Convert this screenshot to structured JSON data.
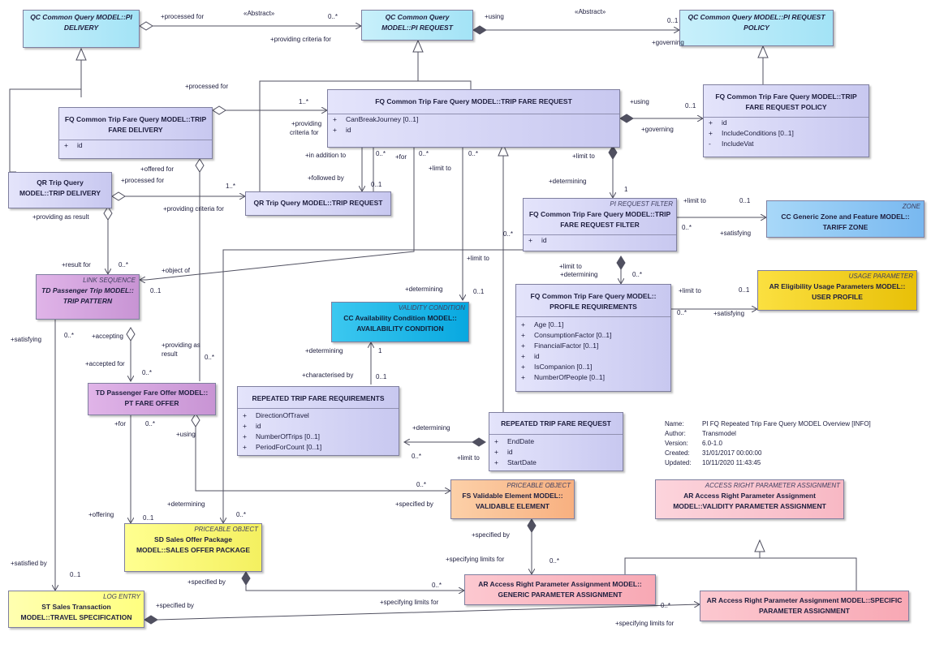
{
  "boxes": {
    "qc_delivery": {
      "title": "QC Common Query MODEL::PI DELIVERY"
    },
    "qc_request": {
      "title": "QC Common Query MODEL::PI REQUEST"
    },
    "qc_policy": {
      "title": "QC Common Query MODEL::PI REQUEST POLICY"
    },
    "fq_delivery": {
      "title": "FQ Common Trip Fare Query MODEL::TRIP FARE DELIVERY",
      "attrs": [
        {
          "vis": "+",
          "name": "id"
        }
      ]
    },
    "fq_request": {
      "title": "FQ Common Trip Fare Query MODEL::TRIP FARE REQUEST",
      "attrs": [
        {
          "vis": "+",
          "name": "CanBreakJourney [0..1]"
        },
        {
          "vis": "+",
          "name": "id"
        }
      ]
    },
    "fq_policy": {
      "title": "FQ Common Trip Fare Query MODEL::TRIP FARE REQUEST POLICY",
      "attrs": [
        {
          "vis": "+",
          "name": "id"
        },
        {
          "vis": "+",
          "name": "IncludeConditions [0..1]"
        },
        {
          "vis": "-",
          "name": "IncludeVat"
        }
      ]
    },
    "qr_delivery": {
      "title": "QR Trip Query MODEL::TRIP DELIVERY"
    },
    "qr_request": {
      "title": "QR Trip Query MODEL::TRIP REQUEST"
    },
    "fq_filter": {
      "stereotype": "PI REQUEST FILTER",
      "title": "FQ Common Trip Fare Query MODEL::TRIP FARE REQUEST FILTER",
      "attrs": [
        {
          "vis": "+",
          "name": "id"
        }
      ]
    },
    "zone": {
      "stereotype": "ZONE",
      "title": "CC Generic Zone and Feature MODEL:: TARIFF ZONE"
    },
    "trip_pattern": {
      "stereotype": "LINK SEQUENCE",
      "title": "TD Passenger Trip MODEL:: TRIP PATTERN"
    },
    "availability": {
      "stereotype": "VALIDITY CONDITION",
      "title": "CC Availability Condition MODEL:: AVAILABILITY CONDITION"
    },
    "profile": {
      "title": "FQ Common Trip Fare Query MODEL:: PROFILE REQUIREMENTS",
      "attrs": [
        {
          "vis": "+",
          "name": "Age [0..1]"
        },
        {
          "vis": "+",
          "name": "ConsumptionFactor [0..1]"
        },
        {
          "vis": "+",
          "name": "FinancialFactor [0..1]"
        },
        {
          "vis": "+",
          "name": "id"
        },
        {
          "vis": "+",
          "name": "IsCompanion [0..1]"
        },
        {
          "vis": "+",
          "name": "NumberOfPeople [0..1]"
        }
      ]
    },
    "user_profile": {
      "stereotype": "USAGE PARAMETER",
      "title": "AR Eligibility Usage Parameters MODEL:: USER PROFILE"
    },
    "fare_offer": {
      "title": "TD Passenger Fare Offer MODEL:: PT FARE OFFER"
    },
    "rep_req": {
      "title": "REPEATED TRIP FARE REQUIREMENTS",
      "attrs": [
        {
          "vis": "+",
          "name": "DirectionOfTravel"
        },
        {
          "vis": "+",
          "name": "id"
        },
        {
          "vis": "+",
          "name": "NumberOfTrips [0..1]"
        },
        {
          "vis": "+",
          "name": "PeriodForCount [0..1]"
        }
      ]
    },
    "rep_request": {
      "title": "REPEATED TRIP FARE REQUEST",
      "attrs": [
        {
          "vis": "+",
          "name": "EndDate"
        },
        {
          "vis": "+",
          "name": "id"
        },
        {
          "vis": "+",
          "name": "StartDate"
        }
      ]
    },
    "validable": {
      "stereotype": "PRICEABLE OBJECT",
      "title": "FS Validable Element MODEL:: VALIDABLE ELEMENT"
    },
    "sales_offer": {
      "stereotype": "PRICEABLE OBJECT",
      "title": "SD Sales Offer Package MODEL::SALES OFFER PACKAGE"
    },
    "validity_param": {
      "stereotype": "ACCESS RIGHT PARAMETER ASSIGNMENT",
      "title": "AR Access Right Parameter Assignment MODEL::VALIDITY PARAMETER ASSIGNMENT"
    },
    "generic_param": {
      "title": "AR Access Right Parameter Assignment MODEL:: GENERIC PARAMETER ASSIGNMENT"
    },
    "specific_param": {
      "title": "AR Access Right Parameter Assignment MODEL::SPECIFIC PARAMETER ASSIGNMENT"
    },
    "travel_spec": {
      "stereotype": "LOG ENTRY",
      "title": "ST Sales Transaction MODEL::TRAVEL SPECIFICATION"
    }
  },
  "labels": [
    {
      "id": "l1",
      "text": "+processed for"
    },
    {
      "id": "l2",
      "text": "«Abstract»"
    },
    {
      "id": "l3",
      "text": "0..*"
    },
    {
      "id": "l4",
      "text": "+providing criteria for"
    },
    {
      "id": "l5",
      "text": "+using"
    },
    {
      "id": "l6",
      "text": "«Abstract»"
    },
    {
      "id": "l7",
      "text": "0..1"
    },
    {
      "id": "l8",
      "text": "+governing"
    },
    {
      "id": "l9",
      "text": "+processed for"
    },
    {
      "id": "l10",
      "text": "1..*"
    },
    {
      "id": "l11",
      "text": "+providing"
    },
    {
      "id": "l12",
      "text": "criteria for"
    },
    {
      "id": "l13",
      "text": "+using"
    },
    {
      "id": "l14",
      "text": "0..1"
    },
    {
      "id": "l15",
      "text": "+governing"
    },
    {
      "id": "l16",
      "text": "+in addition to"
    },
    {
      "id": "l17",
      "text": "0..*"
    },
    {
      "id": "l18",
      "text": "+for"
    },
    {
      "id": "l19",
      "text": "0..*"
    },
    {
      "id": "l20",
      "text": "0..*"
    },
    {
      "id": "l21",
      "text": "+limit to"
    },
    {
      "id": "l22",
      "text": "+limit to"
    },
    {
      "id": "l23",
      "text": "+followed by"
    },
    {
      "id": "l24",
      "text": "0..1"
    },
    {
      "id": "l25",
      "text": "+offered for"
    },
    {
      "id": "l26",
      "text": "+processed for"
    },
    {
      "id": "l27",
      "text": "1..*"
    },
    {
      "id": "l28",
      "text": "+providing criteria for"
    },
    {
      "id": "l29",
      "text": "+providing as result"
    },
    {
      "id": "l30",
      "text": "+determining"
    },
    {
      "id": "l31",
      "text": "1"
    },
    {
      "id": "l32",
      "text": "+limit to"
    },
    {
      "id": "l33",
      "text": "0..1"
    },
    {
      "id": "l34",
      "text": "0..*"
    },
    {
      "id": "l35",
      "text": "+satisfying"
    },
    {
      "id": "l36",
      "text": "+result for"
    },
    {
      "id": "l37",
      "text": "0..*"
    },
    {
      "id": "l38",
      "text": "+object of"
    },
    {
      "id": "l39",
      "text": "0..*"
    },
    {
      "id": "l40",
      "text": "+limit to"
    },
    {
      "id": "l41",
      "text": "+limit to"
    },
    {
      "id": "l42",
      "text": "+determining"
    },
    {
      "id": "l43",
      "text": "0..*"
    },
    {
      "id": "l44",
      "text": "0..1"
    },
    {
      "id": "l45",
      "text": "+determining"
    },
    {
      "id": "l46",
      "text": "0..1"
    },
    {
      "id": "l47",
      "text": "+limit to"
    },
    {
      "id": "l48",
      "text": "0..1"
    },
    {
      "id": "l49",
      "text": "0..*"
    },
    {
      "id": "l50",
      "text": "+satisfying"
    },
    {
      "id": "l51",
      "text": "+satisfying"
    },
    {
      "id": "l52",
      "text": "0..*"
    },
    {
      "id": "l53",
      "text": "+accepting"
    },
    {
      "id": "l54",
      "text": "+providing as"
    },
    {
      "id": "l55",
      "text": "result"
    },
    {
      "id": "l56",
      "text": "0..*"
    },
    {
      "id": "l57",
      "text": "+determining"
    },
    {
      "id": "l58",
      "text": "1"
    },
    {
      "id": "l59",
      "text": "+accepted for"
    },
    {
      "id": "l60",
      "text": "0..*"
    },
    {
      "id": "l61",
      "text": "+characterised by"
    },
    {
      "id": "l62",
      "text": "0..1"
    },
    {
      "id": "l63",
      "text": "+for"
    },
    {
      "id": "l64",
      "text": "0..*"
    },
    {
      "id": "l65",
      "text": "+using"
    },
    {
      "id": "l66",
      "text": "+determining"
    },
    {
      "id": "l67",
      "text": "0..*"
    },
    {
      "id": "l68",
      "text": "+limit to"
    },
    {
      "id": "l69",
      "text": "0..*"
    },
    {
      "id": "l70",
      "text": "+specified by"
    },
    {
      "id": "l71",
      "text": "+offering"
    },
    {
      "id": "l72",
      "text": "0..1"
    },
    {
      "id": "l73",
      "text": "+determining"
    },
    {
      "id": "l74",
      "text": "0..*"
    },
    {
      "id": "l75",
      "text": "+specified by"
    },
    {
      "id": "l76",
      "text": "+specifying limits for"
    },
    {
      "id": "l77",
      "text": "0..*"
    },
    {
      "id": "l78",
      "text": "+satisfied by"
    },
    {
      "id": "l79",
      "text": "0..1"
    },
    {
      "id": "l80",
      "text": "+specified by"
    },
    {
      "id": "l81",
      "text": "0..*"
    },
    {
      "id": "l82",
      "text": "+specifying limits for"
    },
    {
      "id": "l83",
      "text": "+specified by"
    },
    {
      "id": "l84",
      "text": "0..*"
    },
    {
      "id": "l85",
      "text": "+specifying limits for"
    }
  ],
  "info": {
    "name_key": "Name:",
    "name_val": "PI FQ Repeated Trip Fare Query MODEL Overview [INFO]",
    "author_key": "Author:",
    "author_val": "Transmodel",
    "version_key": "Version:",
    "version_val": "6.0-1.0",
    "created_key": "Created:",
    "created_val": "31/01/2017 00:00:00",
    "updated_key": "Updated:",
    "updated_val": "10/11/2020 11:43:45"
  }
}
